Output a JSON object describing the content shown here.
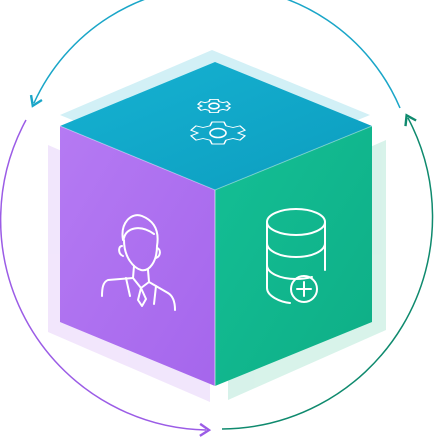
{
  "colors": {
    "arc_top_right": "#1aa6c8",
    "arc_right": "#0f8a6e",
    "arc_left": "#9b5ce6",
    "top_face": "#11a9c9",
    "top_face_glow": "#7fd3e6",
    "left_face": "#b071f0",
    "left_face_glow": "#d9b8f7",
    "right_face": "#12b88e",
    "right_face_glow": "#8fdcc4",
    "icon_stroke": "#ffffff"
  },
  "faces": {
    "top": {
      "icon": "gears-icon"
    },
    "left": {
      "icon": "user-icon"
    },
    "right": {
      "icon": "database-add-icon"
    }
  },
  "arrows": [
    "cycle-arrow-top",
    "cycle-arrow-right",
    "cycle-arrow-left"
  ]
}
